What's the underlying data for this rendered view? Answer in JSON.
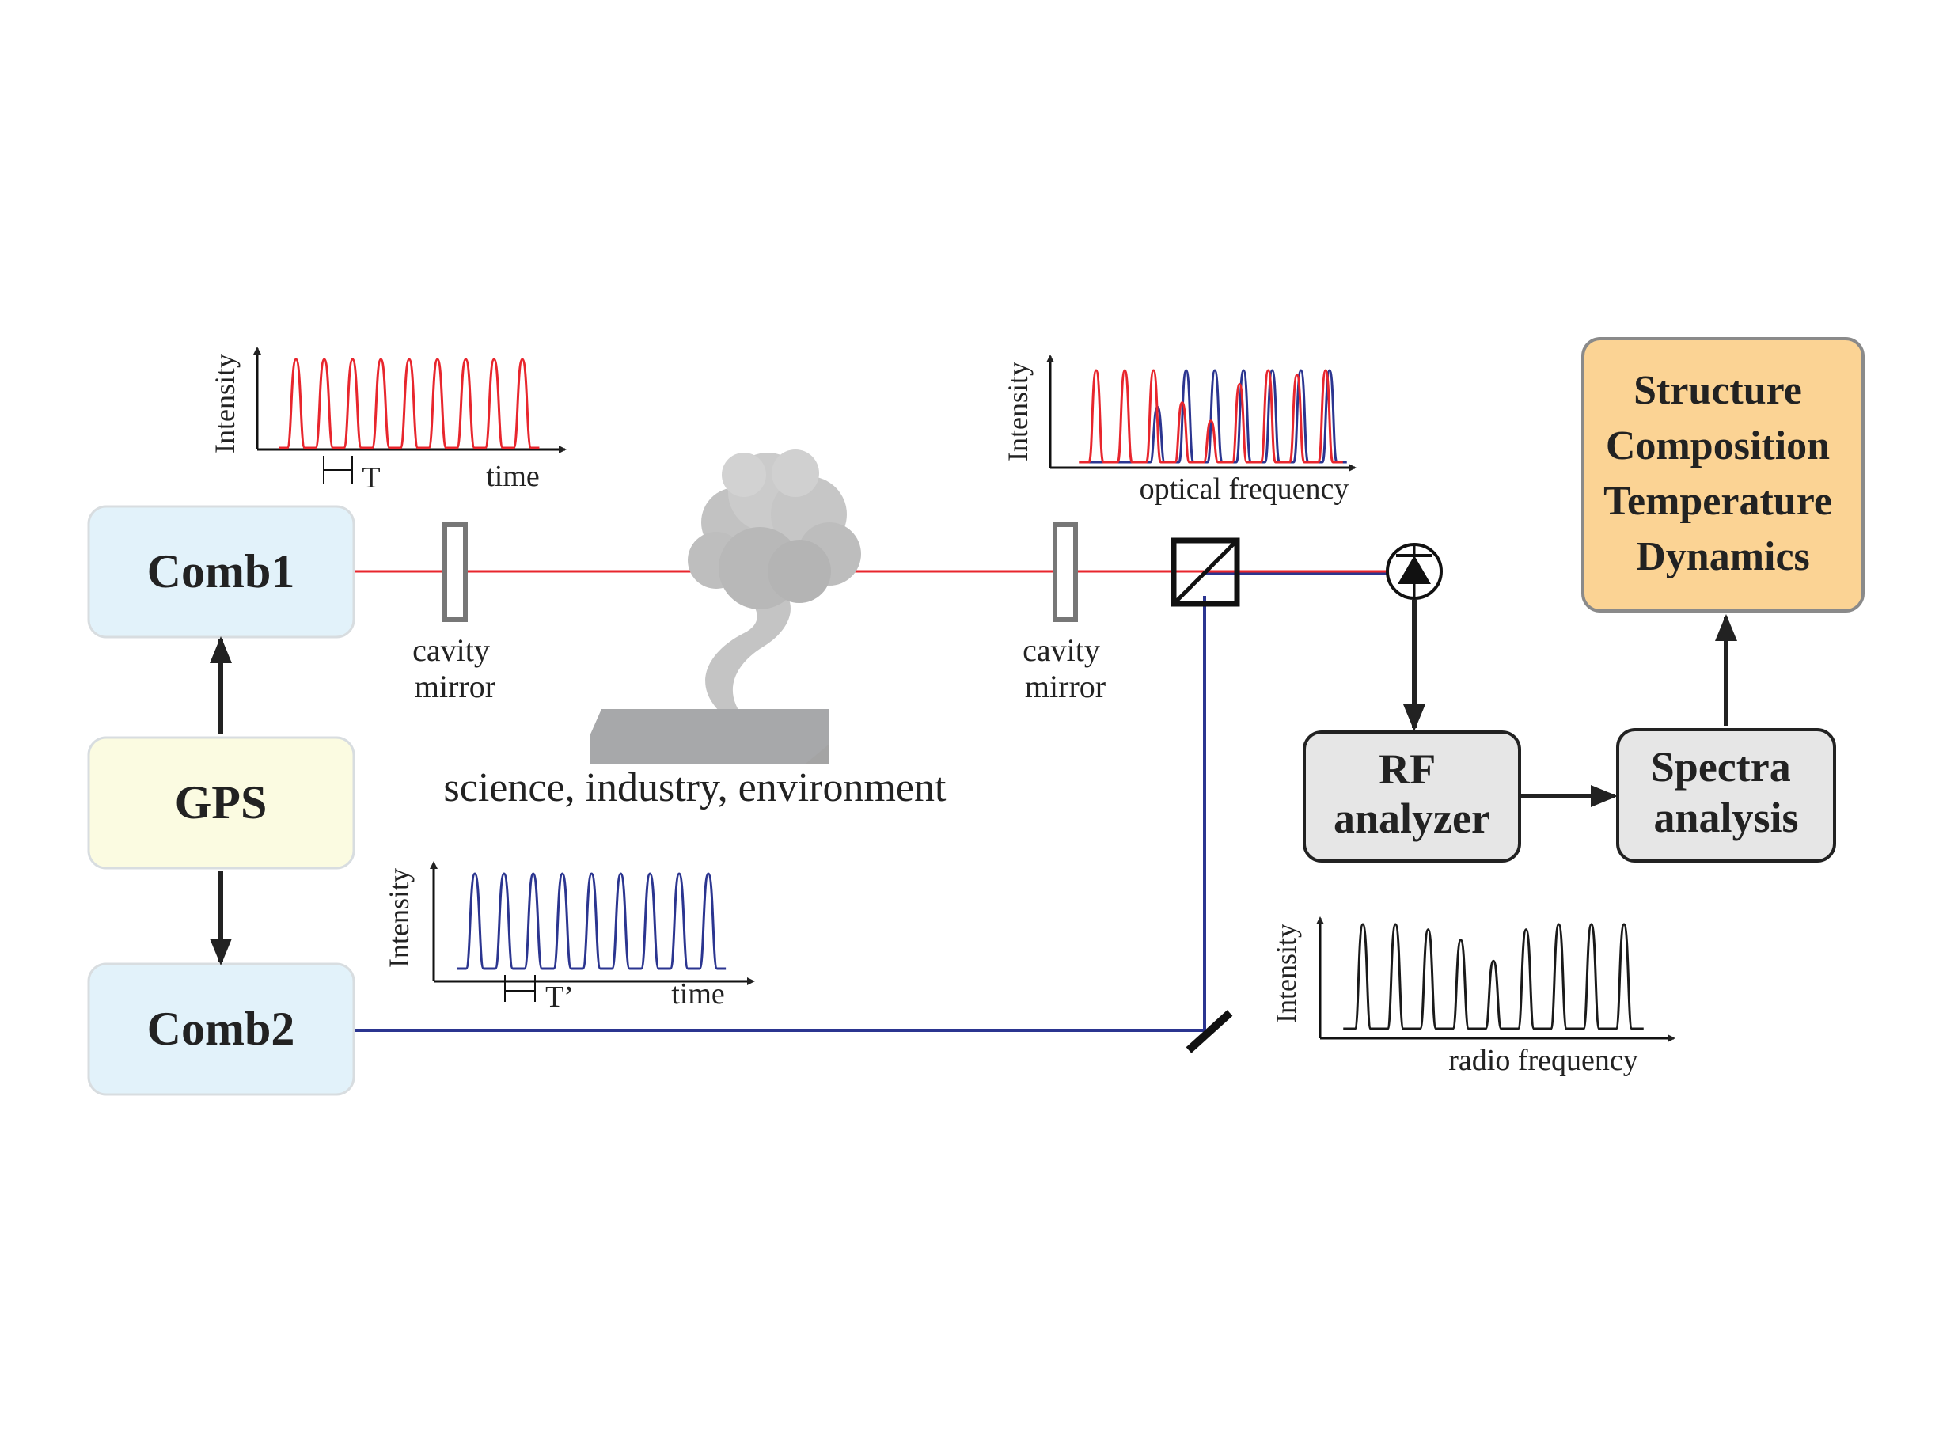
{
  "blocks": {
    "comb1": "Comb1",
    "gps": "GPS",
    "comb2": "Comb2",
    "rf_analyzer": [
      "RF",
      "analyzer"
    ],
    "spectra_analysis": [
      "Spectra",
      "analysis"
    ],
    "output": [
      "Structure",
      "Composition",
      "Temperature",
      "Dynamics"
    ]
  },
  "labels": {
    "cavity_mirror_left": [
      "cavity",
      "mirror"
    ],
    "cavity_mirror_right": [
      "cavity",
      "mirror"
    ],
    "application": "science, industry, environment"
  },
  "insets": {
    "comb1_time": {
      "ylabel": "Intensity",
      "xlabel": "time",
      "period_label": "T",
      "color": "#e8262d",
      "pulses": 9
    },
    "comb2_time": {
      "ylabel": "Intensity",
      "xlabel": "time",
      "period_label": "T’",
      "color": "#2b3590",
      "pulses": 9
    },
    "optical": {
      "ylabel": "Intensity",
      "xlabel": "optical frequency",
      "red_heights": [
        1,
        1,
        1,
        0.65,
        0.45,
        0.85,
        1,
        0.95,
        1
      ],
      "blue_heights": [
        0,
        0,
        0.6,
        1,
        1,
        1,
        1,
        1,
        1
      ]
    },
    "rf": {
      "ylabel": "Intensity",
      "xlabel": "radio frequency",
      "color": "#1a1a1a",
      "heights": [
        1,
        1,
        0.95,
        0.85,
        0.65,
        0.95,
        1,
        1,
        1
      ]
    }
  },
  "colors": {
    "comb_red": "#e8262d",
    "comb_blue": "#2b3590",
    "comb_box": "#e2f2fa",
    "gps_box": "#fbfbe1",
    "gray_box": "#e6e6e6",
    "output_box": "#fbd394"
  }
}
